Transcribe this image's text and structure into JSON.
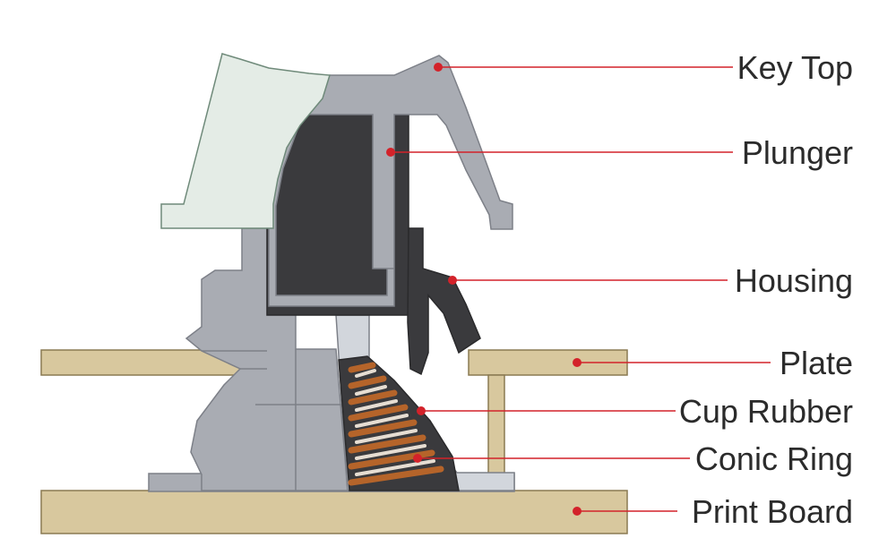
{
  "labels": {
    "key_top": "Key Top",
    "plunger": "Plunger",
    "housing": "Housing",
    "plate": "Plate",
    "cup_rubber": "Cup Rubber",
    "conic_ring": "Conic Ring",
    "print_board": "Print Board"
  },
  "colors": {
    "leader": "#d3222a",
    "board": "#d8c89e",
    "board_edge": "#8a7a52",
    "housing_gray": "#a9acb3",
    "plunger_dark": "#3a3a3d",
    "keytop_light": "#e4ece6",
    "spring": "#b5642a"
  }
}
